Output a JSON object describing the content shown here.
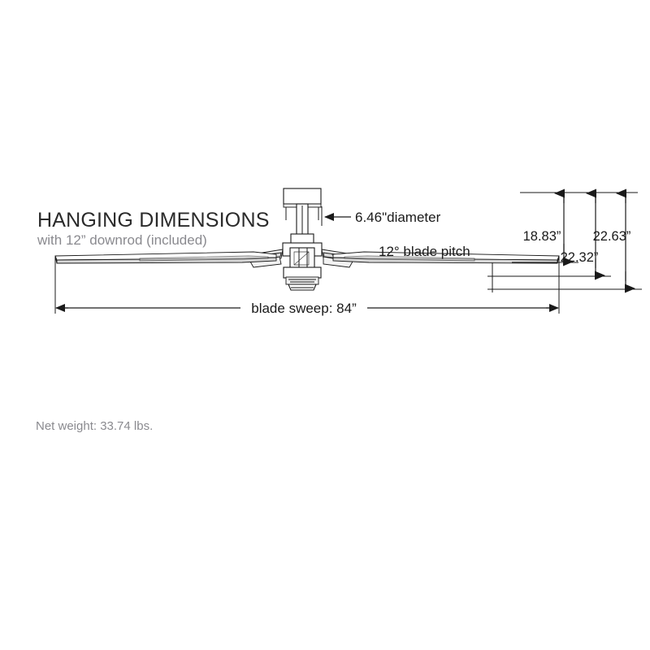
{
  "page": {
    "background_color": "#ffffff",
    "line_color": "#1a1a1a",
    "muted_text_color": "#8a8a8f",
    "title_text_color": "#2b2b2b"
  },
  "heading": {
    "title": "HANGING DIMENSIONS",
    "subtitle": "with 12” downrod (included)"
  },
  "callouts": {
    "diameter": "6.46\"diameter",
    "blade_pitch": "12° blade pitch",
    "blade_sweep": "blade sweep: 84”",
    "height_blade": "18.83”",
    "height_mid": "22.32”",
    "height_total": "22.63”"
  },
  "footer": {
    "net_weight": "Net weight: 33.74 lbs."
  },
  "chart_data": {
    "type": "diagram",
    "title": "HANGING DIMENSIONS",
    "subtitle": "with 12” downrod (included)",
    "subject": "ceiling fan hanging dimension drawing",
    "measurements": [
      {
        "label": "blade sweep",
        "value": 84,
        "unit": "in",
        "display": "blade sweep: 84”",
        "orientation": "horizontal"
      },
      {
        "label": "downrod length",
        "value": 12,
        "unit": "in",
        "display": "with 12” downrod (included)",
        "orientation": "vertical"
      },
      {
        "label": "canopy diameter",
        "value": 6.46,
        "unit": "in",
        "display": "6.46\"diameter",
        "orientation": "horizontal"
      },
      {
        "label": "blade pitch",
        "value": 12,
        "unit": "deg",
        "display": "12° blade pitch",
        "orientation": "angle"
      },
      {
        "label": "ceiling to blade",
        "value": 18.83,
        "unit": "in",
        "display": "18.83”",
        "orientation": "vertical"
      },
      {
        "label": "ceiling to housing bottom",
        "value": 22.32,
        "unit": "in",
        "display": "22.32”",
        "orientation": "vertical"
      },
      {
        "label": "overall height",
        "value": 22.63,
        "unit": "in",
        "display": "22.63”",
        "orientation": "vertical"
      },
      {
        "label": "net weight",
        "value": 33.74,
        "unit": "lbs",
        "display": "Net weight: 33.74 lbs.",
        "orientation": "none"
      }
    ]
  }
}
